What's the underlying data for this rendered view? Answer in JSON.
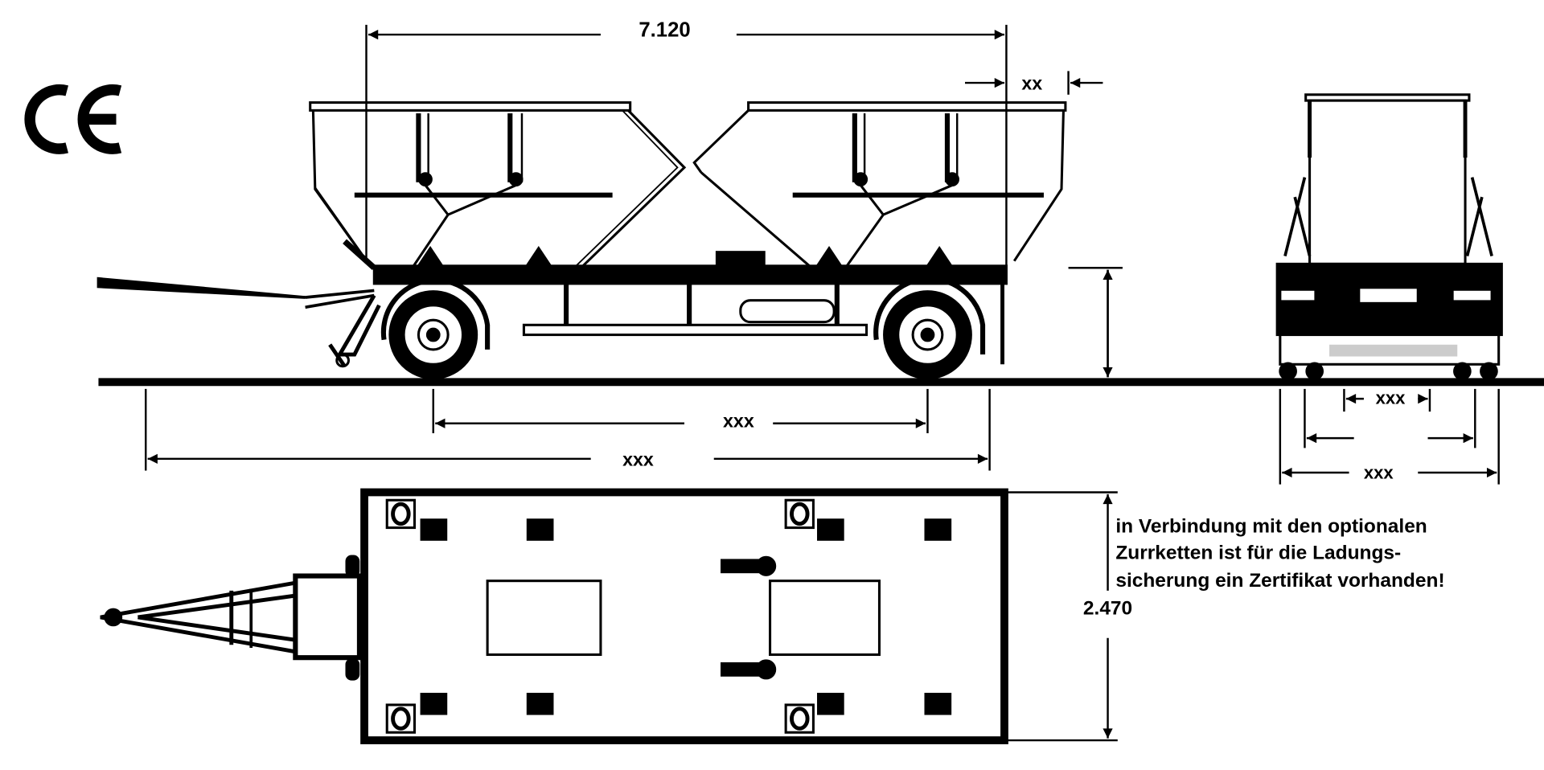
{
  "logo": {
    "text": "CE"
  },
  "dimensions": {
    "length": "7.120",
    "overhang": "xx",
    "wheelbase": "xxx",
    "overall_length": "xxx",
    "width": "2.470",
    "rear_track_inner": "xxx",
    "rear_track_outer": "xxx"
  },
  "note": {
    "lines": [
      "in Verbindung mit den optionalen",
      "Zurrketten ist für die Ladungs-",
      "sicherung  ein Zertifikat vorhanden!"
    ]
  },
  "colors": {
    "ink": "#000000",
    "paper": "#ffffff"
  }
}
